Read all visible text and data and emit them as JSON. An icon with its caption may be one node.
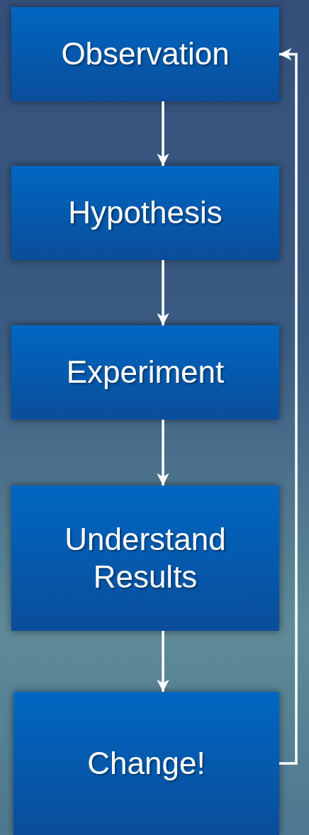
{
  "diagram": {
    "nodes": [
      {
        "text": [
          "Observation"
        ]
      },
      {
        "text": [
          "Hypothesis"
        ]
      },
      {
        "text": [
          "Experiment"
        ]
      },
      {
        "text": [
          "Understand Results"
        ]
      },
      {
        "text": [
          "Change!"
        ]
      }
    ],
    "edges": [
      {
        "from": 0,
        "to": 1,
        "arrow": "to"
      },
      {
        "from": 1,
        "to": 2,
        "arrow": "to"
      },
      {
        "from": 2,
        "to": 3,
        "arrow": "to"
      },
      {
        "from": 3,
        "to": 4,
        "arrow": "to"
      },
      {
        "from": 4,
        "to": 0,
        "arrow": "to"
      }
    ]
  }
}
